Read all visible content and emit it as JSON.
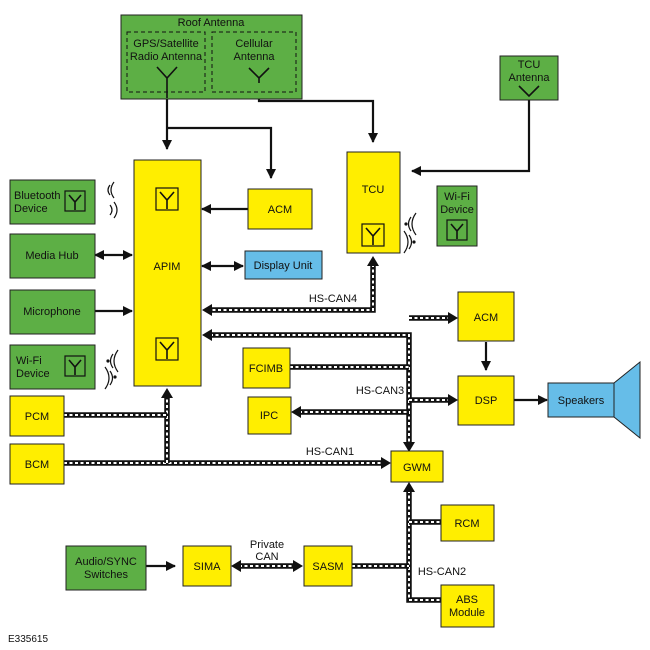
{
  "roof_antenna": {
    "title": "Roof Antenna",
    "gps_line1": "GPS/Satellite",
    "gps_line2": "Radio Antenna",
    "cell_line1": "Cellular",
    "cell_line2": "Antenna"
  },
  "tcu_antenna": {
    "line1": "TCU",
    "line2": "Antenna"
  },
  "bluetooth": {
    "line1": "Bluetooth",
    "line2": "Device"
  },
  "media_hub": "Media Hub",
  "microphone": "Microphone",
  "wifi_left": {
    "line1": "Wi-Fi",
    "line2": "Device"
  },
  "wifi_right": {
    "line1": "Wi-Fi",
    "line2": "Device"
  },
  "apim": "APIM",
  "acm_top": "ACM",
  "display_unit": "Display Unit",
  "tcu": "TCU",
  "acm_right": "ACM",
  "fcimb": "FCIMB",
  "ipc": "IPC",
  "dsp": "DSP",
  "speakers": "Speakers",
  "pcm": "PCM",
  "bcm": "BCM",
  "gwm": "GWM",
  "rcm": "RCM",
  "abs": {
    "line1": "ABS",
    "line2": "Module"
  },
  "sasm": "SASM",
  "sima": "SIMA",
  "audio_sync": {
    "line1": "Audio/SYNC",
    "line2": "Switches"
  },
  "private_can": {
    "line1": "Private",
    "line2": "CAN"
  },
  "bus_labels": {
    "hs_can1": "HS-CAN1",
    "hs_can2": "HS-CAN2",
    "hs_can3": "HS-CAN3",
    "hs_can4": "HS-CAN4"
  },
  "figure_id": "E335615"
}
